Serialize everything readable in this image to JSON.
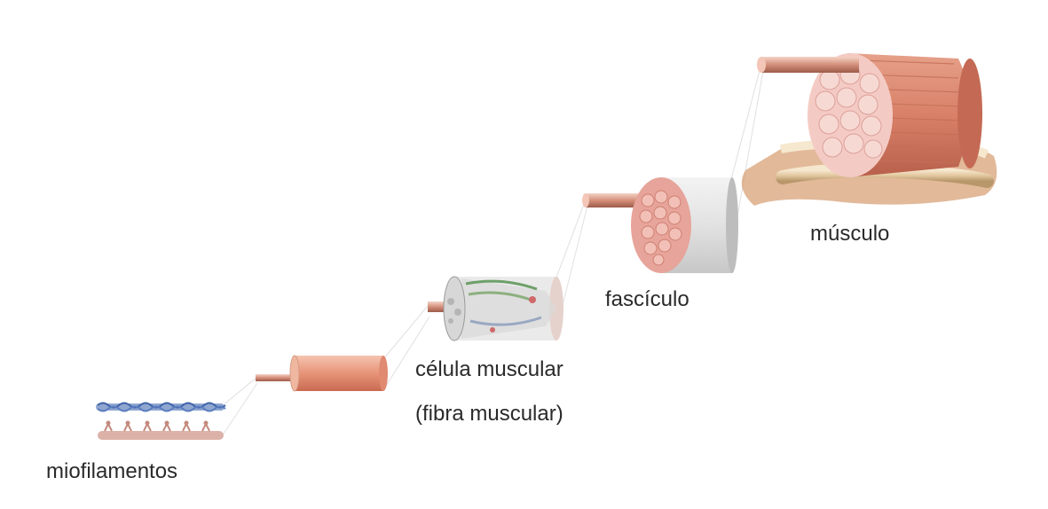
{
  "labels": {
    "muscle": "músculo",
    "fascicle": "fascículo",
    "cell_line1": "célula muscular",
    "cell_line2": "(fibra muscular)",
    "myofilaments": "miofilamentos"
  }
}
